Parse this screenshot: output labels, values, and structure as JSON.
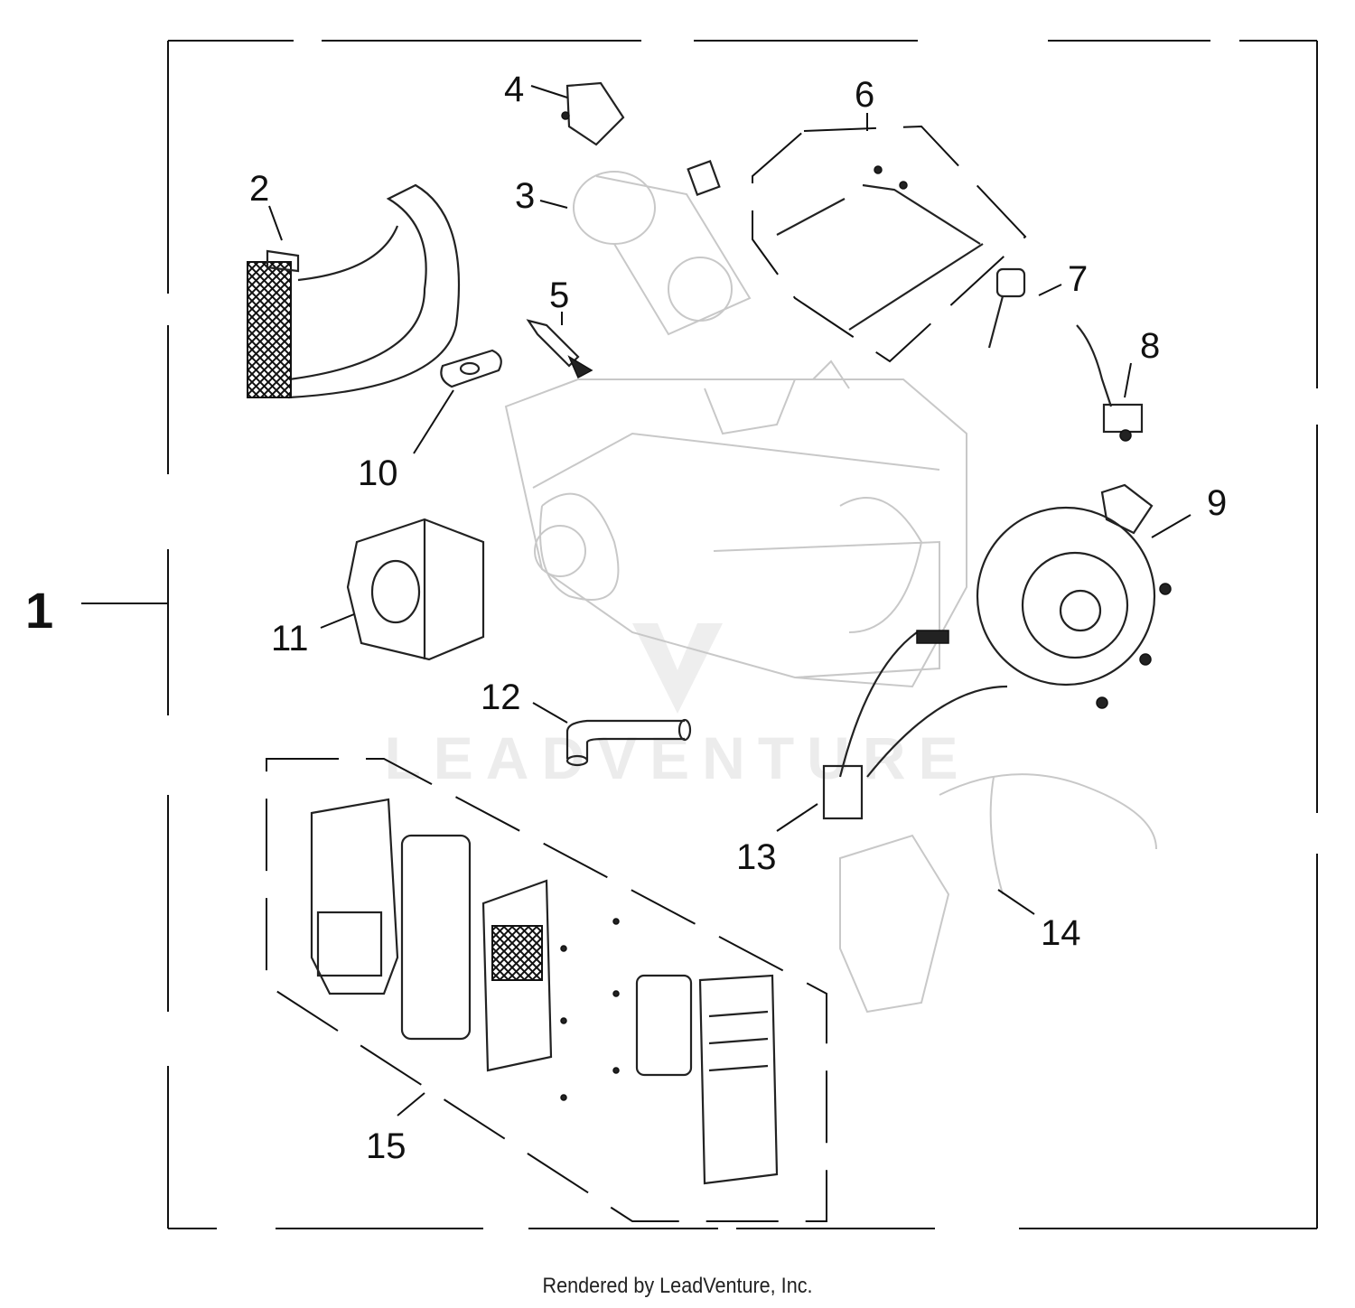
{
  "diagram": {
    "assembly_callout": "1",
    "callouts": [
      "2",
      "3",
      "4",
      "5",
      "6",
      "7",
      "8",
      "9",
      "10",
      "11",
      "12",
      "13",
      "14",
      "15"
    ],
    "watermark": "LEADVENTURE"
  },
  "footer": {
    "text": "Rendered by LeadVenture, Inc."
  }
}
